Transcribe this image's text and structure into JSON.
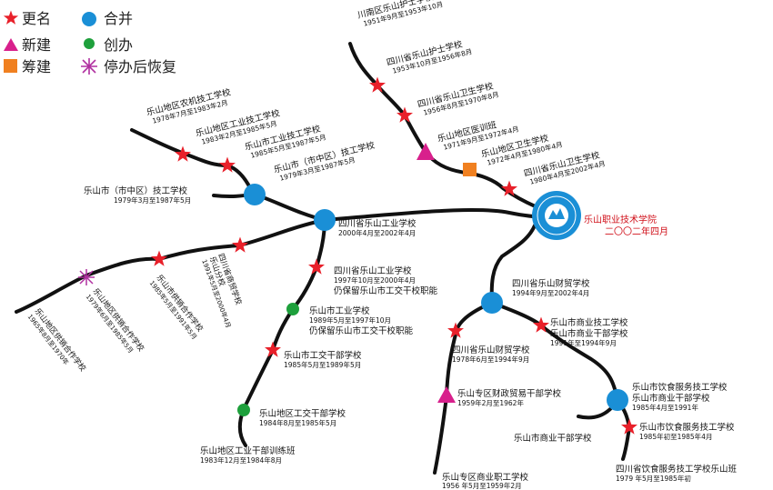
{
  "legend": {
    "rename": "更名",
    "new_build": "新建",
    "prepare": "筹建",
    "merge": "合并",
    "found": "创办",
    "restore": "停办后恢复"
  },
  "target": {
    "name": "乐山职业技术学院",
    "date": "二〇〇二年四月"
  },
  "schools": [
    {
      "name": "川南区乐山护士学校",
      "date": "1951年9月至1953年10月"
    },
    {
      "name": "四川省乐山护士学校",
      "date": "1953年10月至1956年8月"
    },
    {
      "name": "四川省乐山卫生学校",
      "date": "1956年8月至1970年8月"
    },
    {
      "name": "乐山地区医训班",
      "date": "1971年9月至1972年4月"
    },
    {
      "name": "乐山地区卫生学校",
      "date": "1972年4月至1980年4月"
    },
    {
      "name": "四川省乐山卫生学校",
      "date": "1980年4月至2002年4月"
    },
    {
      "name": "乐山地区农机技工学校",
      "date": "1978年7月至1983年2月"
    },
    {
      "name": "乐山地区工业技工学校",
      "date": "1983年2月至1985年5月"
    },
    {
      "name": "乐山市工业技工学校",
      "date": "1985年5月至1987年5月"
    },
    {
      "name": "乐山市（市中区）技工学校",
      "date": "1979年3月至1987年5月"
    },
    {
      "name": "乐山市（市中区）技工学校",
      "date": "1979年3月至1987年5月"
    },
    {
      "name": "四川省乐山工业学校",
      "date": "2000年4月至2002年4月"
    },
    {
      "name": "四川省乐山工业学校",
      "date": "1997年10月至2000年4月",
      "extra": "仍保留乐山市工交干校职能"
    },
    {
      "name": "乐山市工业学校",
      "date": "1989年5月至1997年10月",
      "extra": "仍保留乐山市工交干校职能"
    },
    {
      "name": "乐山市工交干部学校",
      "date": "1985年5月至1989年5月"
    },
    {
      "name": "乐山地区工交干部学校",
      "date": "1984年8月至1985年5月"
    },
    {
      "name": "乐山地区工业干部训练班",
      "date": "1983年12月至1984年8月"
    },
    {
      "name": "四川省乐山财贸学校",
      "date": "1994年9月至2002年4月"
    },
    {
      "name": "乐山市商业技工学校",
      "extra": "乐山市商业干部学校",
      "date": "1991年至1994年9月"
    },
    {
      "name": "四川省乐山财贸学校",
      "date": "1978年6月至1994年9月"
    },
    {
      "name": "乐山专区财政贸易干部学校",
      "date": "1959年2月至1962年"
    },
    {
      "name": "乐山专区商业职工学校",
      "date": "1956 年5月至1959年2月"
    },
    {
      "name": "乐山市饮食服务技工学校",
      "extra": "乐山市商业干部学校",
      "date": "1985年4月至1991年"
    },
    {
      "name": "乐山市商业干部学校",
      "date": ""
    },
    {
      "name": "乐山市饮食服务技工学校",
      "date": "1985年初至1985年4月"
    },
    {
      "name": "四川省饮食服务技工学校乐山班",
      "date": "1979 年5月至1985年初"
    }
  ],
  "rotated": [
    {
      "name": "四川省商贸学校",
      "extra": "乐山分校",
      "date": "1991年5月至2000年4月"
    },
    {
      "name": "乐山市供销合作学校",
      "date": "1985年5月至1991年5月"
    },
    {
      "name": "乐山地区供销合作学校",
      "date": "1979年6月至1985年5月"
    },
    {
      "name": "乐山地区供销合作学校",
      "date": "1965年8月至1970年"
    }
  ],
  "colors": {
    "star": "#e8202a",
    "merge": "#1a8fd6",
    "found": "#1ea03c",
    "triangle": "#d8208c",
    "square": "#f08020",
    "restore": "#b030a0",
    "title": "#d0101a"
  }
}
